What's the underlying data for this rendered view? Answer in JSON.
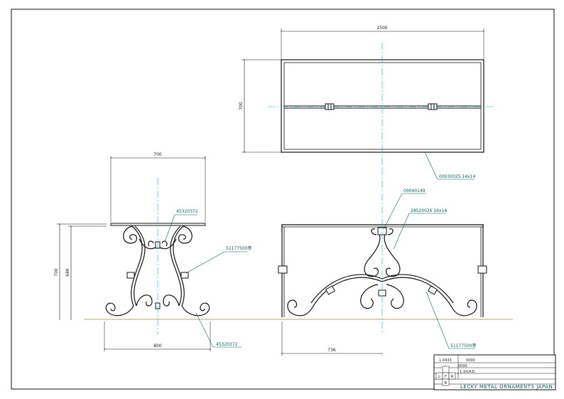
{
  "drawing": {
    "dimensions": {
      "top_width": "1500",
      "top_depth": "700",
      "side_width": "700",
      "side_height_total": "700",
      "side_height_frame": "686",
      "side_base_width": "800",
      "front_base_width": "736"
    },
    "leaders": {
      "top_frame": "00030025 14x14",
      "side_top_scroll": "45320372",
      "side_collar": "51177500巻",
      "side_base_scroll": "45320372",
      "front_top_scroll": "00040149",
      "front_frame": "28520026 16x16",
      "front_collar": "51177500巻"
    }
  },
  "title_block": {
    "drawing_no": "1-0433",
    "field_a": "0000",
    "field_b": "0000",
    "scale": "1:10(A3)",
    "company": "LECKY METAL ORNAMENTS JAPAN",
    "view_letters": [
      "L",
      "F",
      "R",
      "B"
    ]
  },
  "colors": {
    "line": "#111111",
    "centerline": "#00bcd4",
    "leader": "#0a5f5f",
    "floor": "#9a8c2a"
  }
}
